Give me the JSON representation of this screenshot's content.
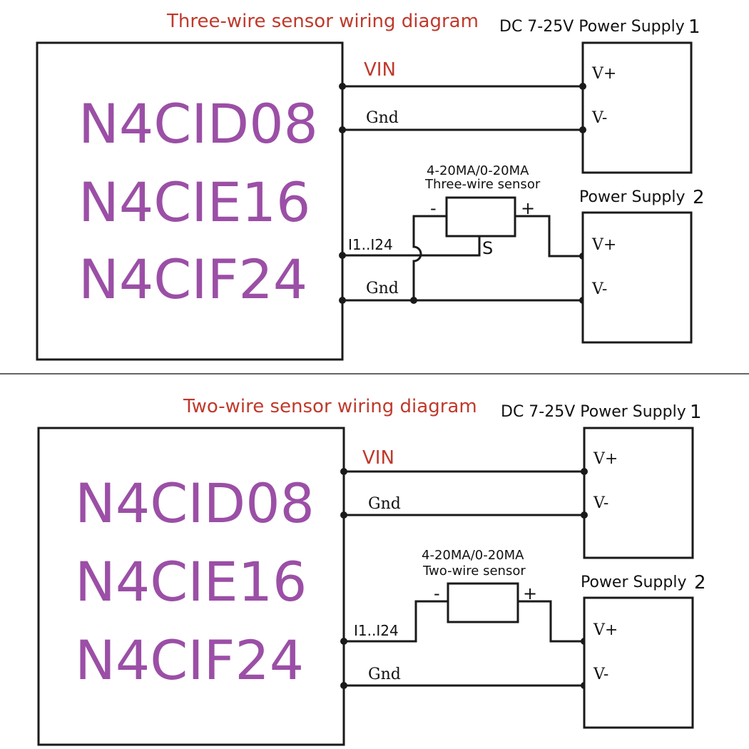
{
  "three_wire": {
    "title": "Three-wire sensor wiring diagram",
    "supply1_label": "DC 7-25V  Power Supply",
    "supply1_num": "1",
    "models": [
      "N4CID08",
      "N4CIE16",
      "N4CIF24"
    ],
    "vin_label": "VIN",
    "gnd_label": "Gnd",
    "sensor_range": "4-20MA/0-20MA",
    "sensor_name": "Three-wire sensor",
    "sensor_minus": "-",
    "sensor_plus": "+",
    "sensor_signal": "S",
    "input_label": "I1..I24",
    "gnd2_label": "Gnd",
    "vplus": "V+",
    "vminus": "V-",
    "supply2_label": "Power Supply",
    "supply2_num": "2",
    "vplus2": "V+",
    "vminus2": "V-"
  },
  "two_wire": {
    "title": "Two-wire sensor wiring diagram",
    "supply1_label": "DC 7-25V  Power Supply",
    "supply1_num": "1",
    "models": [
      "N4CID08",
      "N4CIE16",
      "N4CIF24"
    ],
    "vin_label": "VIN",
    "gnd_label": "Gnd",
    "sensor_range": "4-20MA/0-20MA",
    "sensor_name": "Two-wire sensor",
    "sensor_minus": "-",
    "sensor_plus": "+",
    "input_label": "I1..I24",
    "gnd2_label": "Gnd",
    "vplus": "V+",
    "vminus": "V-",
    "supply2_label": "Power Supply",
    "supply2_num": "2",
    "vplus2": "V+",
    "vminus2": "V-"
  }
}
